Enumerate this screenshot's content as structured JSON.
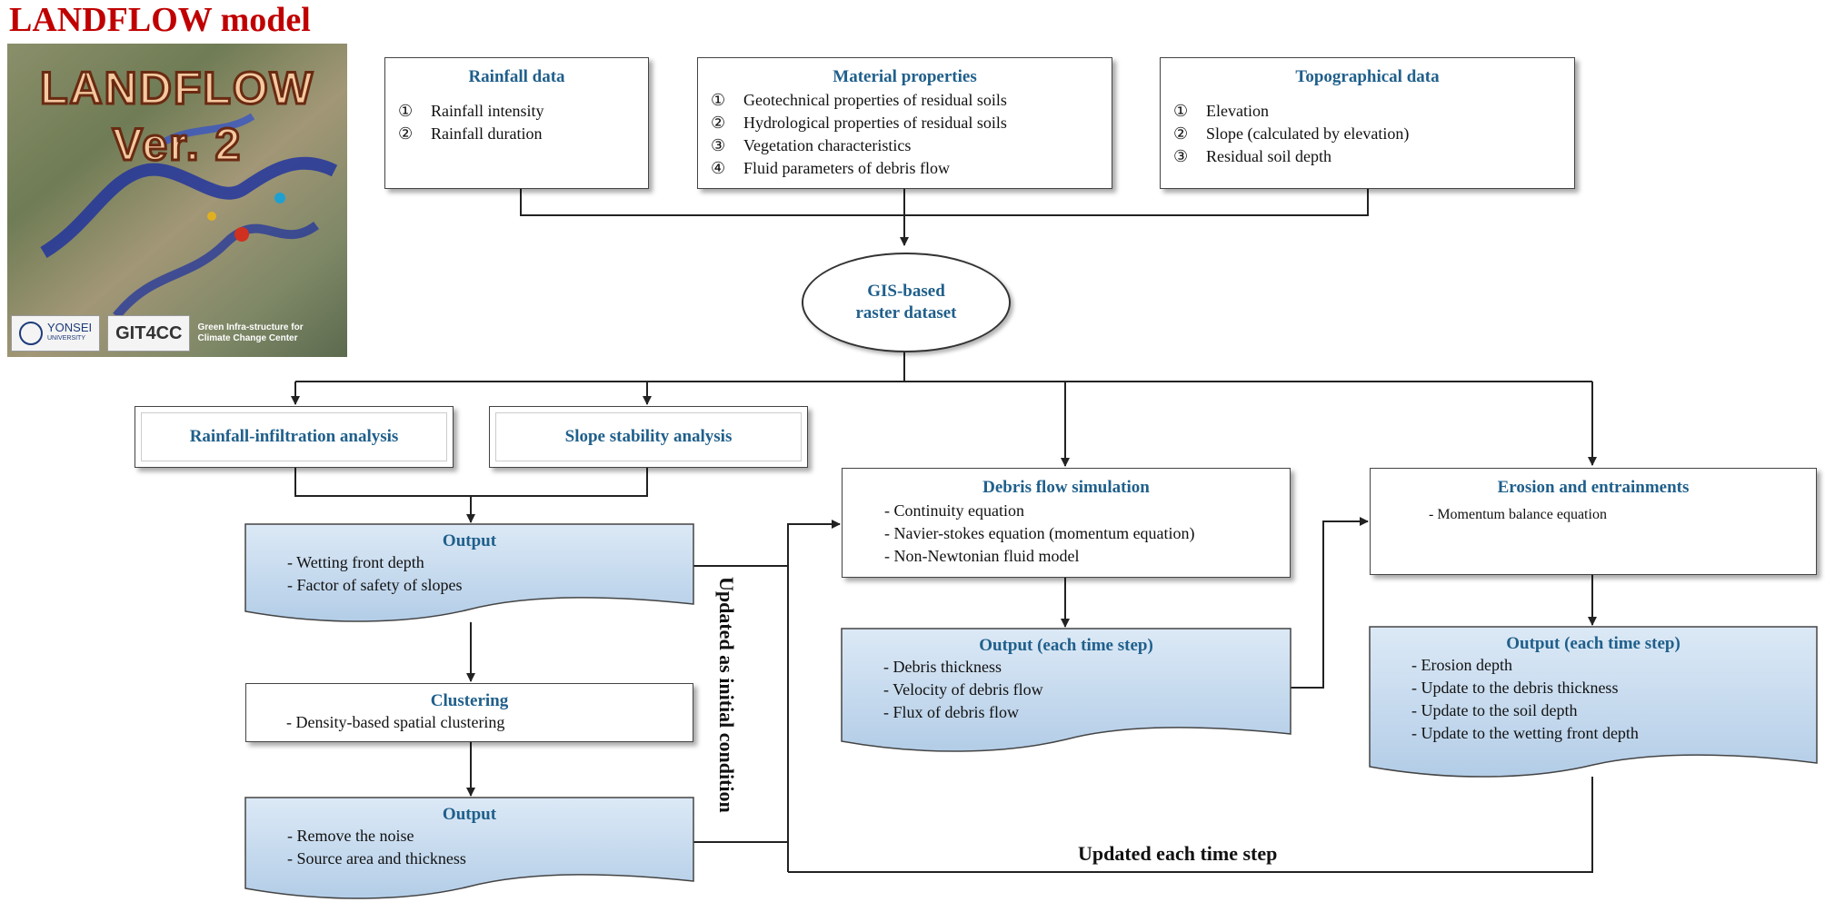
{
  "title": "LANDFLOW model",
  "logo": {
    "line1": "LANDFLOW",
    "line2": "Ver. 2",
    "org1": "YONSEI",
    "org1_sub": "UNIVERSITY",
    "org2": "GIT4CC",
    "org2_desc1": "Green Infra-structure for",
    "org2_desc2": "Climate Change Center"
  },
  "inputs": [
    {
      "title": "Rainfall data",
      "items": [
        {
          "num": "①",
          "text": "Rainfall intensity"
        },
        {
          "num": "②",
          "text": "Rainfall duration"
        }
      ]
    },
    {
      "title": "Material properties",
      "items": [
        {
          "num": "①",
          "text": "Geotechnical properties of residual soils"
        },
        {
          "num": "②",
          "text": "Hydrological properties of residual soils"
        },
        {
          "num": "③",
          "text": "Vegetation characteristics"
        },
        {
          "num": "④",
          "text": "Fluid parameters of debris flow"
        }
      ]
    },
    {
      "title": "Topographical data",
      "items": [
        {
          "num": "①",
          "text": "Elevation"
        },
        {
          "num": "②",
          "text": "Slope (calculated by elevation)"
        },
        {
          "num": "③",
          "text": "Residual soil depth"
        }
      ]
    }
  ],
  "gis": {
    "line1": "GIS-based",
    "line2": "raster dataset"
  },
  "analysis": {
    "rainfall_infiltration": "Rainfall-infiltration analysis",
    "slope_stability": "Slope stability analysis"
  },
  "output1": {
    "title": "Output",
    "items": [
      "- Wetting front depth",
      "- Factor of safety of slopes"
    ]
  },
  "clustering": {
    "title": "Clustering",
    "items": [
      "- Density-based spatial clustering"
    ]
  },
  "output2": {
    "title": "Output",
    "items": [
      "- Remove the noise",
      "- Source area and thickness"
    ]
  },
  "debris": {
    "title": "Debris flow simulation",
    "items": [
      "- Continuity equation",
      "- Navier-stokes equation (momentum equation)",
      "- Non-Newtonian fluid model"
    ]
  },
  "debris_output": {
    "title": "Output (each time step)",
    "items": [
      "- Debris thickness",
      "- Velocity of debris flow",
      "- Flux of debris flow"
    ]
  },
  "erosion": {
    "title": "Erosion and entrainments",
    "items": [
      "- Momentum  balance equation"
    ]
  },
  "erosion_output": {
    "title": "Output (each time step)",
    "items": [
      "- Erosion depth",
      "- Update to the debris thickness",
      "- Update to the soil depth",
      "- Update to the wetting front depth"
    ]
  },
  "labels": {
    "initial_condition": "Updated as initial condition",
    "each_step": "Updated each time step"
  }
}
